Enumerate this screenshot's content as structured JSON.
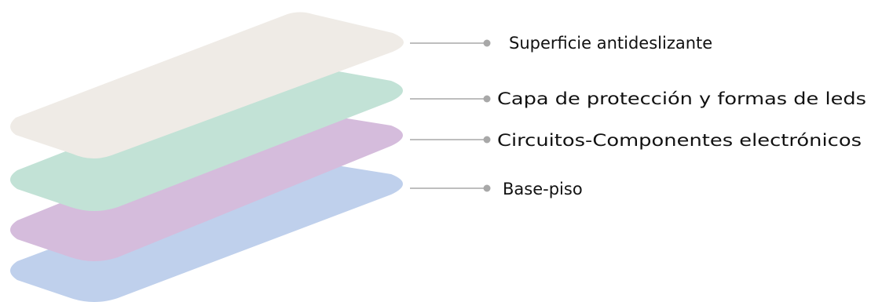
{
  "diagram": {
    "type": "exploded-layer-stack",
    "layers": [
      {
        "id": "surface",
        "label": "Superficie antideslizante",
        "color": "#efebe6"
      },
      {
        "id": "protection",
        "label": "Capa de protección y formas de leds",
        "color": "#c2e2d6"
      },
      {
        "id": "circuits",
        "label": "Circuitos-Componentes electrónicos",
        "color": "#d5bcdc"
      },
      {
        "id": "base",
        "label": "Base-piso",
        "color": "#bfd0ec"
      }
    ],
    "leader_color": "#a8a8a8",
    "text_color": "#111111"
  }
}
